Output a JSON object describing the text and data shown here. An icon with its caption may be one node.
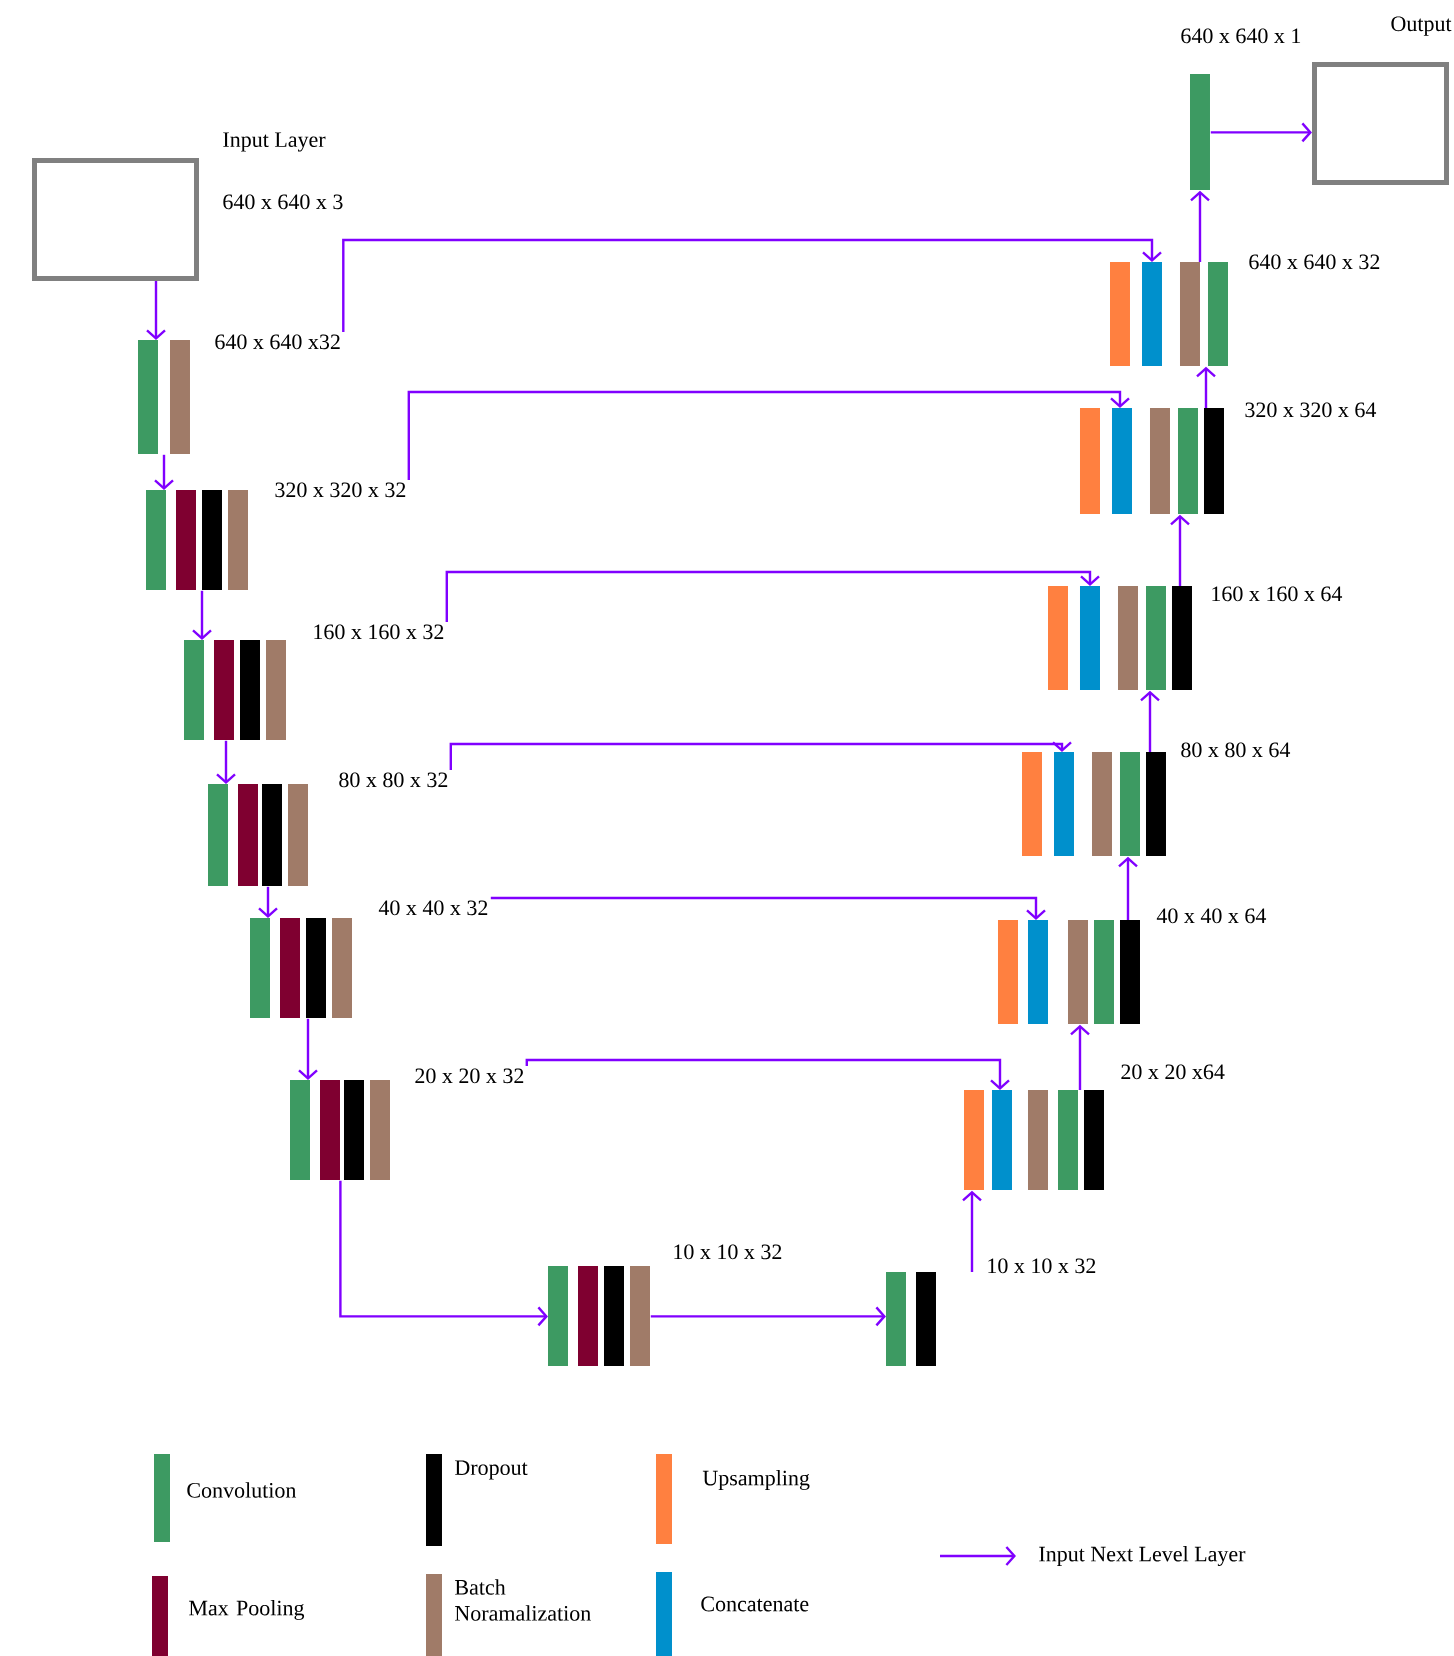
{
  "diagram": {
    "nodes": [
      {
        "text": [
          "Input Layer"
        ],
        "beside": [
          "640 x 640 x 3"
        ]
      },
      {
        "text": [],
        "shape": "bar",
        "beside": [
          "640 x 640 x32"
        ]
      },
      {
        "text": [],
        "shape": "bar",
        "beside": [
          "320 x 320 x 32"
        ]
      },
      {
        "text": [],
        "shape": "bar",
        "beside": [
          "160 x 160 x 32"
        ]
      },
      {
        "text": [],
        "shape": "bar",
        "beside": [
          "80 x 80 x 32"
        ]
      },
      {
        "text": [],
        "shape": "bar",
        "beside": [
          "40 x 40 x 32"
        ]
      },
      {
        "text": [],
        "shape": "bar",
        "beside": [
          "20 x 20 x 32"
        ]
      },
      {
        "text": [],
        "shape": "bar",
        "beside": [
          "10 x 10 x 32"
        ]
      },
      {
        "text": [],
        "shape": "bar",
        "beside": [
          "10 x 10 x 32"
        ]
      },
      {
        "text": [],
        "shape": "bar",
        "beside": [
          "20 x 20 x64"
        ]
      },
      {
        "text": [],
        "shape": "bar",
        "beside": [
          "40 x 40 x 64"
        ]
      },
      {
        "text": [],
        "shape": "bar",
        "beside": [
          "80 x 80 x 64"
        ]
      },
      {
        "text": [],
        "shape": "bar",
        "beside": [
          "160 x 160 x 64"
        ]
      },
      {
        "text": [],
        "shape": "bar",
        "beside": [
          "320 x 320 x 64"
        ]
      },
      {
        "text": [],
        "shape": "bar",
        "beside": [
          "640 x 640 x 32"
        ]
      },
      {
        "text": [],
        "shape": "bar",
        "beside": [
          "640 x 640 x 1"
        ]
      },
      {
        "text": [
          "Output"
        ]
      }
    ],
    "edges": [
      {
        "from": 0,
        "to": 1,
        "arrow": "to"
      },
      {
        "from": 1,
        "to": 2,
        "arrow": "to"
      },
      {
        "from": 2,
        "to": 3,
        "arrow": "to"
      },
      {
        "from": 3,
        "to": 4,
        "arrow": "to"
      },
      {
        "from": 4,
        "to": 5,
        "arrow": "to"
      },
      {
        "from": 5,
        "to": 6,
        "arrow": "to"
      },
      {
        "from": 6,
        "to": 7,
        "arrow": "to"
      },
      {
        "from": 7,
        "to": 8,
        "arrow": "to"
      },
      {
        "from": 8,
        "to": 9,
        "arrow": "to"
      },
      {
        "from": 9,
        "to": 10,
        "arrow": "to"
      },
      {
        "from": 10,
        "to": 11,
        "arrow": "to"
      },
      {
        "from": 11,
        "to": 12,
        "arrow": "to"
      },
      {
        "from": 12,
        "to": 13,
        "arrow": "to"
      },
      {
        "from": 13,
        "to": 14,
        "arrow": "to"
      },
      {
        "from": 14,
        "to": 15,
        "arrow": "to"
      },
      {
        "from": 15,
        "to": 16,
        "arrow": "to"
      },
      {
        "from": 1,
        "to": 14,
        "arrow": "to"
      },
      {
        "from": 2,
        "to": 13,
        "arrow": "to"
      },
      {
        "from": 3,
        "to": 12,
        "arrow": "to"
      },
      {
        "from": 4,
        "to": 11,
        "arrow": "to"
      },
      {
        "from": 5,
        "to": 10,
        "arrow": "to"
      },
      {
        "from": 6,
        "to": 9,
        "arrow": "to"
      }
    ],
    "legend": [
      {
        "text": "Convolution",
        "color": "#3d9a62"
      },
      {
        "text": "Dropout",
        "color": "#000000"
      },
      {
        "text": "Upsampling",
        "color": "#ff8040"
      },
      {
        "text": "Max Pooling",
        "color": "#7f0030"
      },
      {
        "text": "Batch Noramalization",
        "color": "#a07b68"
      },
      {
        "text": "Concatenate",
        "color": "#0090cc"
      },
      {
        "text": "Input Next Level Layer"
      }
    ]
  }
}
